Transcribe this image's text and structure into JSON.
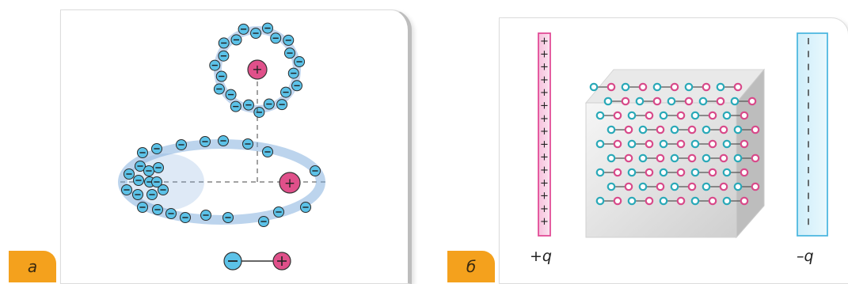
{
  "panel_a": {
    "tag": "а"
  },
  "panel_b": {
    "tag": "б",
    "positive_plate_label": "+q",
    "negative_plate_label": "–q"
  },
  "colors": {
    "electron": "#5cc2e8",
    "nucleus": "#e0508a",
    "positive_plate": "#e14d97",
    "negative_plate": "#4fb8e0",
    "tag": "#f4a11d"
  }
}
